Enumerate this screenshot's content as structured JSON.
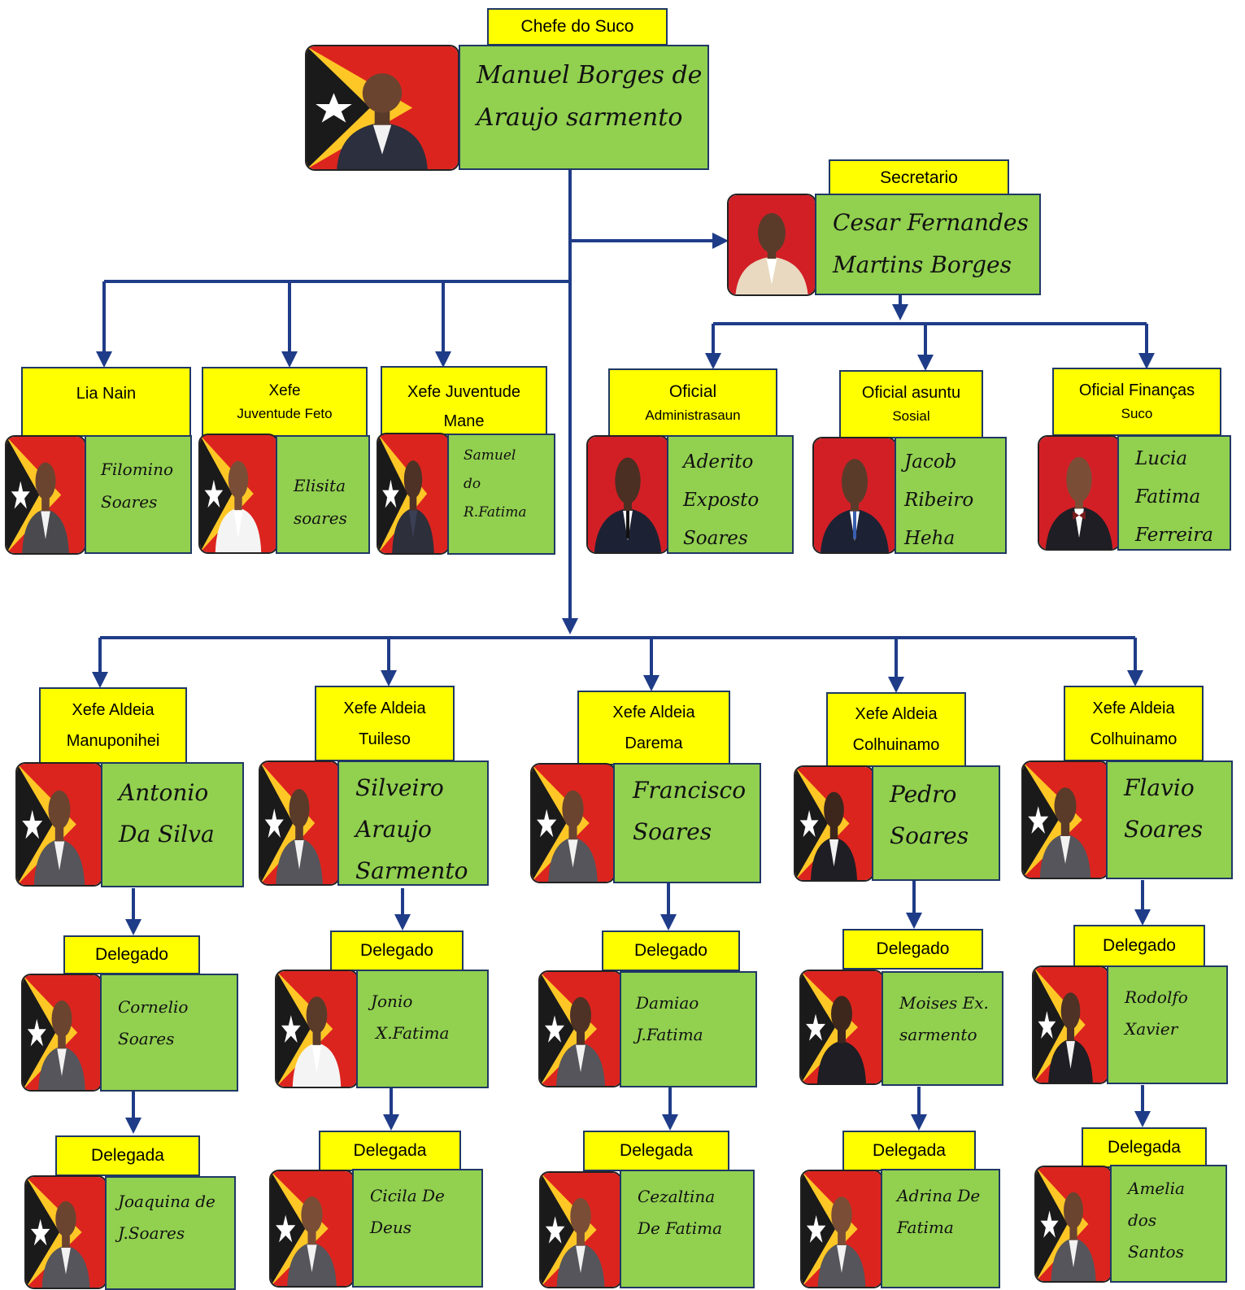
{
  "colors": {
    "role_box": "#ffff00",
    "name_box": "#92d050",
    "connector": "#1f3c88",
    "flag_red": "#dc241f",
    "flag_yellow": "#ffc726",
    "flag_black": "#1a1a1a"
  },
  "chefe": {
    "role": "Chefe do Suco",
    "name": [
      "Manuel Borges de",
      "Araujo sarmento"
    ]
  },
  "secretario": {
    "role": "Secretario",
    "name": [
      "Cesar Fernandes",
      "Martins Borges"
    ]
  },
  "lia_nain": {
    "role": "Lia Nain",
    "name": [
      "Filomino",
      "Soares"
    ]
  },
  "xefe_feto": {
    "role": [
      "Xefe",
      "Juventude Feto"
    ],
    "name": [
      "Elisita",
      "soares"
    ]
  },
  "xefe_mane": {
    "role": [
      "Xefe Juventude",
      "Mane"
    ],
    "name": [
      "Samuel",
      "do",
      "R.Fatima"
    ]
  },
  "oficial_adm": {
    "role": [
      "Oficial",
      "Administrasaun"
    ],
    "name": [
      "Aderito",
      "Exposto",
      "Soares"
    ]
  },
  "oficial_sosial": {
    "role": [
      "Oficial asuntu",
      "Sosial"
    ],
    "name": [
      "Jacob",
      "Ribeiro",
      "Heha"
    ]
  },
  "oficial_financas": {
    "role": [
      "Oficial Finanças",
      "Suco"
    ],
    "name": [
      "Lucia",
      "Fatima",
      "Ferreira"
    ]
  },
  "aldeias": [
    {
      "role": [
        "Xefe Aldeia",
        "Manuponihei"
      ],
      "name": [
        "Antonio",
        "Da Silva"
      ],
      "delegado": {
        "role": "Delegado",
        "name": [
          "Cornelio",
          "Soares"
        ]
      },
      "delegada": {
        "role": "Delegada",
        "name": [
          "Joaquina de",
          "J.Soares"
        ]
      }
    },
    {
      "role": [
        "Xefe Aldeia",
        "Tuileso"
      ],
      "name": [
        "Silveiro",
        "Araujo",
        "Sarmento"
      ],
      "delegado": {
        "role": "Delegado",
        "name": [
          "Jonio",
          "X.Fatima"
        ]
      },
      "delegada": {
        "role": "Delegada",
        "name": [
          "Cicila De",
          "Deus"
        ]
      }
    },
    {
      "role": [
        "Xefe Aldeia",
        "Darema"
      ],
      "name": [
        "Francisco",
        "Soares"
      ],
      "delegado": {
        "role": "Delegado",
        "name": [
          "Damiao",
          "J.Fatima"
        ]
      },
      "delegada": {
        "role": "Delegada",
        "name": [
          "Cezaltina",
          "De Fatima"
        ]
      }
    },
    {
      "role": [
        "Xefe Aldeia",
        "Colhuinamo"
      ],
      "name": [
        "Pedro",
        "Soares"
      ],
      "delegado": {
        "role": "Delegado",
        "name": [
          "Moises Ex.",
          "sarmento"
        ]
      },
      "delegada": {
        "role": "Delegada",
        "name": [
          "Adrina De",
          "Fatima"
        ]
      }
    },
    {
      "role": [
        "Xefe Aldeia",
        "Colhuinamo"
      ],
      "name": [
        "Flavio",
        "Soares"
      ],
      "delegado": {
        "role": "Delegado",
        "name": [
          "Rodolfo",
          "Xavier"
        ]
      },
      "delegada": {
        "role": "Delegada",
        "name": [
          "Amelia",
          "dos",
          "Santos"
        ]
      }
    }
  ]
}
